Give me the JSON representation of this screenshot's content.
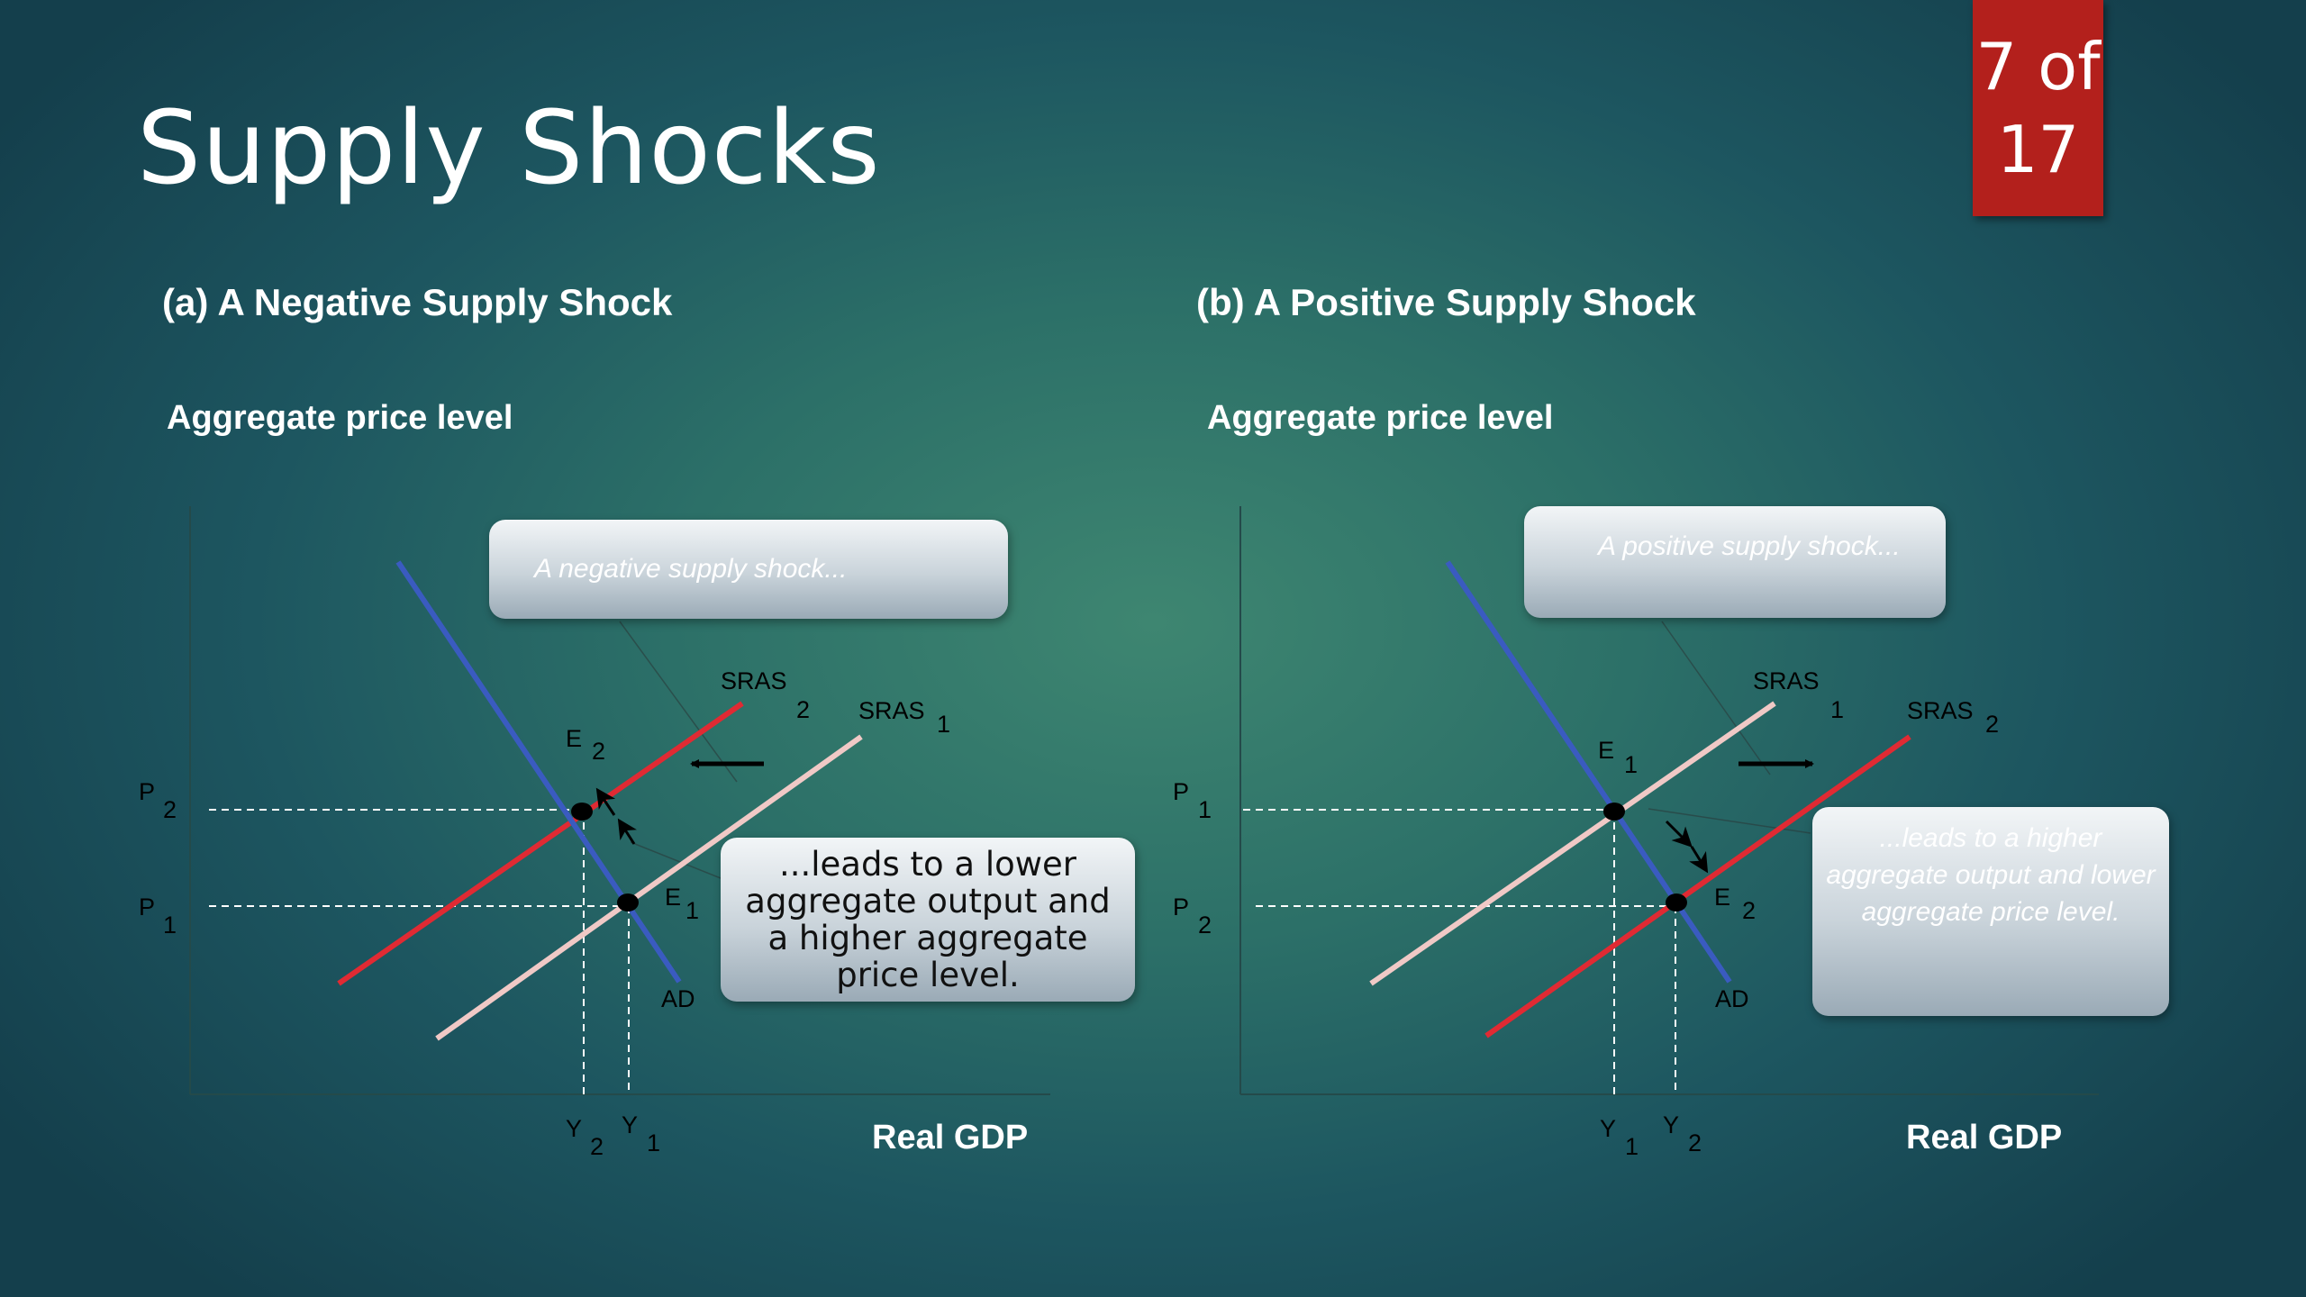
{
  "slide": {
    "title": "Supply Shocks",
    "counter_line1": "7 of",
    "counter_line2": "17",
    "badge_color": "#b3201c"
  },
  "panel_a": {
    "title": "(a) A Negative Supply Shock",
    "y_axis_label": "Aggregate price level",
    "x_axis_label": "Real GDP",
    "callout_top": "A negative supply shock...",
    "callout_bottom": "...leads to a lower aggregate output and a higher aggregate price level.",
    "labels": {
      "sras_2": "SRAS",
      "sras_2_sub": "2",
      "sras_1": "SRAS",
      "sras_1_sub": "1",
      "ad": "AD",
      "e2": "E",
      "e2_sub": "2",
      "e1": "E",
      "e1_sub": "1",
      "p2": "P",
      "p2_sub": "2",
      "p1": "P",
      "p1_sub": "1",
      "y2": "Y",
      "y2_sub": "2",
      "y1": "Y",
      "y1_sub": "1"
    }
  },
  "panel_b": {
    "title": "(b) A Positive Supply Shock",
    "y_axis_label": "Aggregate price level",
    "x_axis_label": "Real GDP",
    "callout_top": "A positive supply shock...",
    "callout_bottom": "...leads to a higher aggregate output  and lower aggregate price level.",
    "labels": {
      "sras_1": "SRAS",
      "sras_1_sub": "1",
      "sras_2": "SRAS",
      "sras_2_sub": "2",
      "ad": "AD",
      "e1": "E",
      "e1_sub": "1",
      "e2": "E",
      "e2_sub": "2",
      "p1": "P",
      "p1_sub": "1",
      "p2": "P",
      "p2_sub": "2",
      "y1": "Y",
      "y1_sub": "1",
      "y2": "Y",
      "y2_sub": "2"
    }
  },
  "colors": {
    "ad_curve": "#3a5bc0",
    "sras_shifted": "#e02a33",
    "sras_original": "#f0c9c6"
  }
}
